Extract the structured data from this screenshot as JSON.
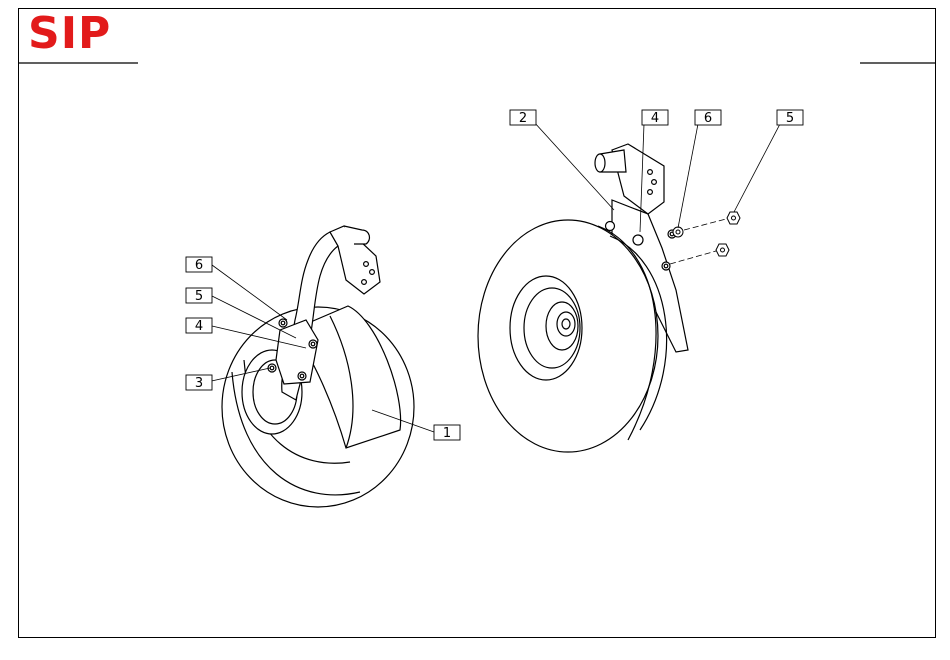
{
  "brand": {
    "logo_text": "SIP",
    "logo_color": "#e21b1b"
  },
  "left_assembly": {
    "callouts": [
      {
        "id": "L6",
        "label": "6"
      },
      {
        "id": "L5",
        "label": "5"
      },
      {
        "id": "L4",
        "label": "4"
      },
      {
        "id": "L3",
        "label": "3"
      },
      {
        "id": "L1",
        "label": "1"
      }
    ]
  },
  "right_assembly": {
    "callouts": [
      {
        "id": "R2",
        "label": "2"
      },
      {
        "id": "R4",
        "label": "4"
      },
      {
        "id": "R6",
        "label": "6"
      },
      {
        "id": "R5",
        "label": "5"
      }
    ]
  },
  "colors": {
    "line": "#000000",
    "fill": "#ffffff"
  }
}
